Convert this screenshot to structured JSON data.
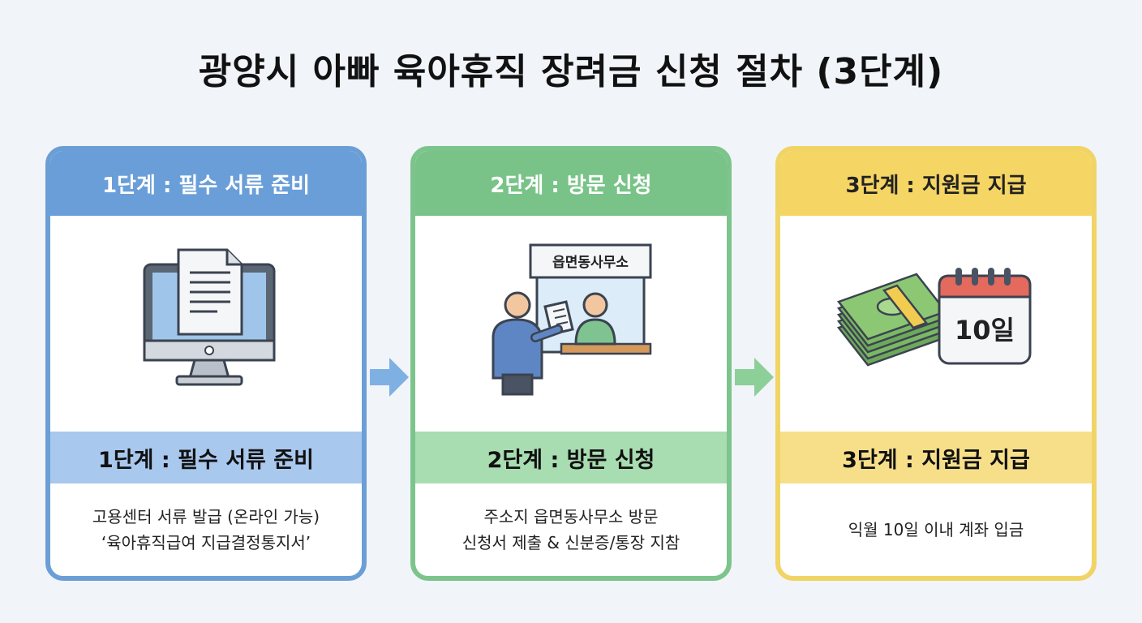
{
  "title": "광양시 아빠 육아휴직 장려금 신청 절차 (3단계)",
  "steps": [
    {
      "header": "1단계 : 필수 서류 준비",
      "label": "1단계 : 필수 서류 준비",
      "desc_lines": [
        "고용센터 서류 발급 (온라인 가능)",
        "‘육아휴직급여 지급결정통지서’"
      ],
      "icon": "computer-document-icon"
    },
    {
      "header": "2단계 : 방문 신청",
      "label": "2단계 : 방문 신청",
      "desc_lines": [
        "주소지 읍면동사무소 방문",
        "신청서 제출 & 신분증/통장 지참"
      ],
      "office_sign": "읍면동사무소",
      "icon": "office-visit-icon"
    },
    {
      "header": "3단계 : 지원금 지급",
      "label": "3단계 : 지원금 지급",
      "desc_lines": [
        "익월 10일 이내 계좌 입금"
      ],
      "calendar_text": "10일",
      "icon": "money-calendar-icon"
    }
  ],
  "colors": {
    "step1": "#6a9ed8",
    "step2": "#79c388",
    "step3": "#f5d563"
  }
}
